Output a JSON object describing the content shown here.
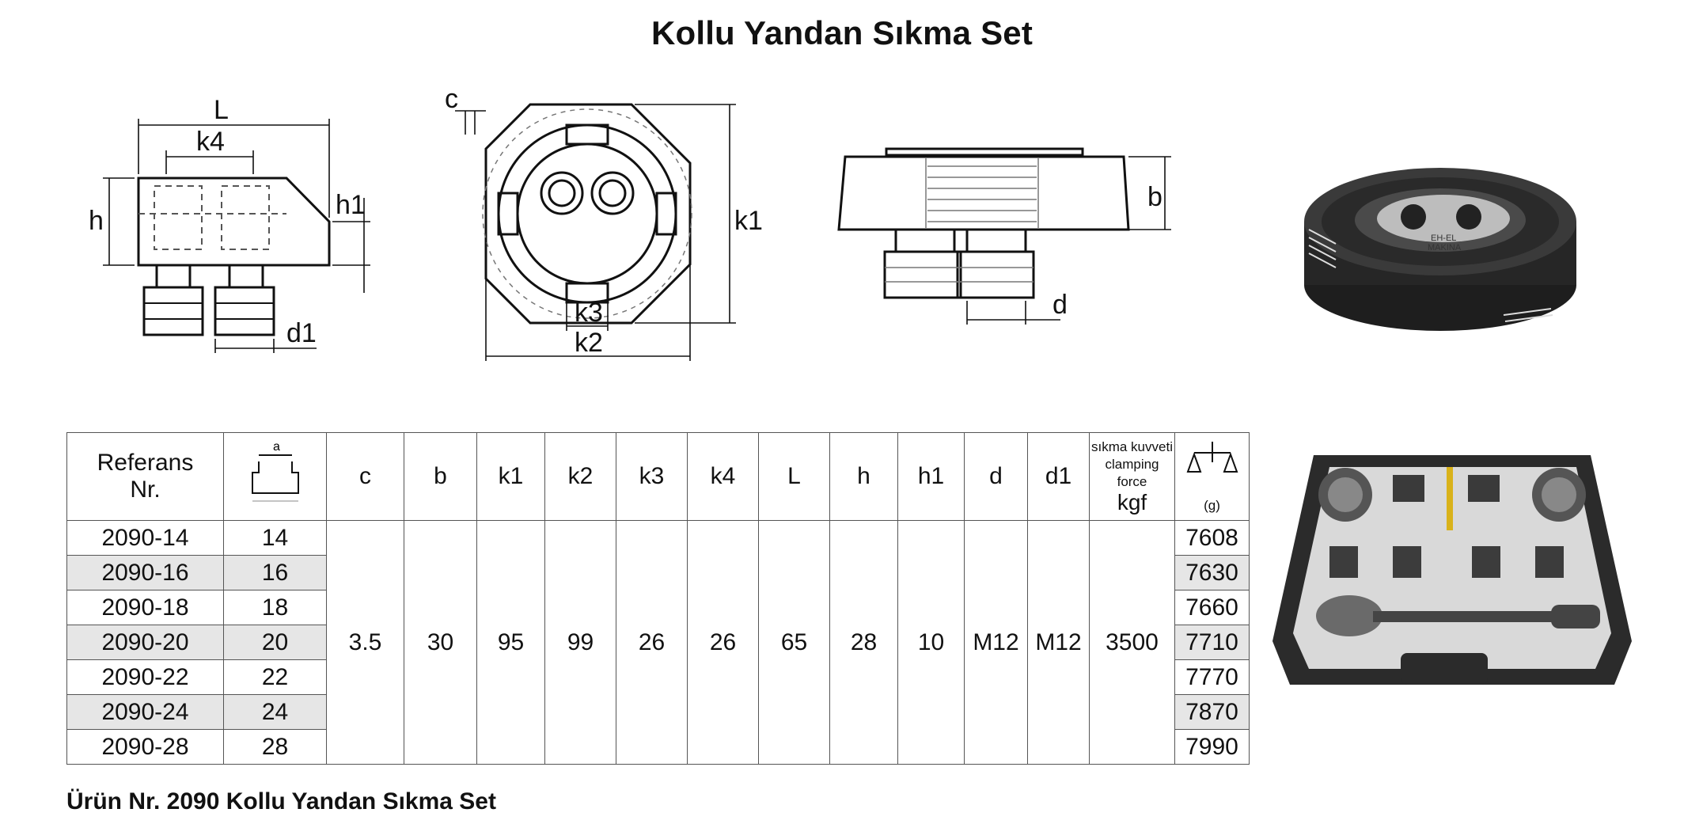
{
  "title": "Kollu Yandan Sıkma Set",
  "footer": "Ürün Nr. 2090 Kollu Yandan Sıkma Set",
  "diagram_labels": {
    "side": {
      "L": "L",
      "k4": "k4",
      "h": "h",
      "h1": "h1",
      "d1": "d1"
    },
    "top": {
      "c": "c",
      "k1": "k1",
      "k3": "k3",
      "k2": "k2"
    },
    "front": {
      "b": "b",
      "d": "d"
    }
  },
  "photo_texts": {
    "engraving_1": "EH-EL",
    "engraving_2": "MAKINA"
  },
  "table": {
    "headers": {
      "ref_line1": "Referans",
      "ref_line2": "Nr.",
      "slot_a": "a",
      "c": "c",
      "b": "b",
      "k1": "k1",
      "k2": "k2",
      "k3": "k3",
      "k4": "k4",
      "L": "L",
      "h": "h",
      "h1": "h1",
      "d": "d",
      "d1": "d1",
      "force_line1": "sıkma kuvveti",
      "force_line2": "clamping force",
      "force_unit": "kgf",
      "weight_unit": "(g)"
    },
    "rows": [
      {
        "ref": "2090-14",
        "a": "14",
        "weight": "7608"
      },
      {
        "ref": "2090-16",
        "a": "16",
        "weight": "7630"
      },
      {
        "ref": "2090-18",
        "a": "18",
        "weight": "7660"
      },
      {
        "ref": "2090-20",
        "a": "20",
        "weight": "7710"
      },
      {
        "ref": "2090-22",
        "a": "22",
        "weight": "7770"
      },
      {
        "ref": "2090-24",
        "a": "24",
        "weight": "7870"
      },
      {
        "ref": "2090-28",
        "a": "28",
        "weight": "7990"
      }
    ],
    "common": {
      "c": "3.5",
      "b": "30",
      "k1": "95",
      "k2": "99",
      "k3": "26",
      "k4": "26",
      "L": "65",
      "h": "28",
      "h1": "10",
      "d": "M12",
      "d1": "M12",
      "force": "3500"
    }
  }
}
